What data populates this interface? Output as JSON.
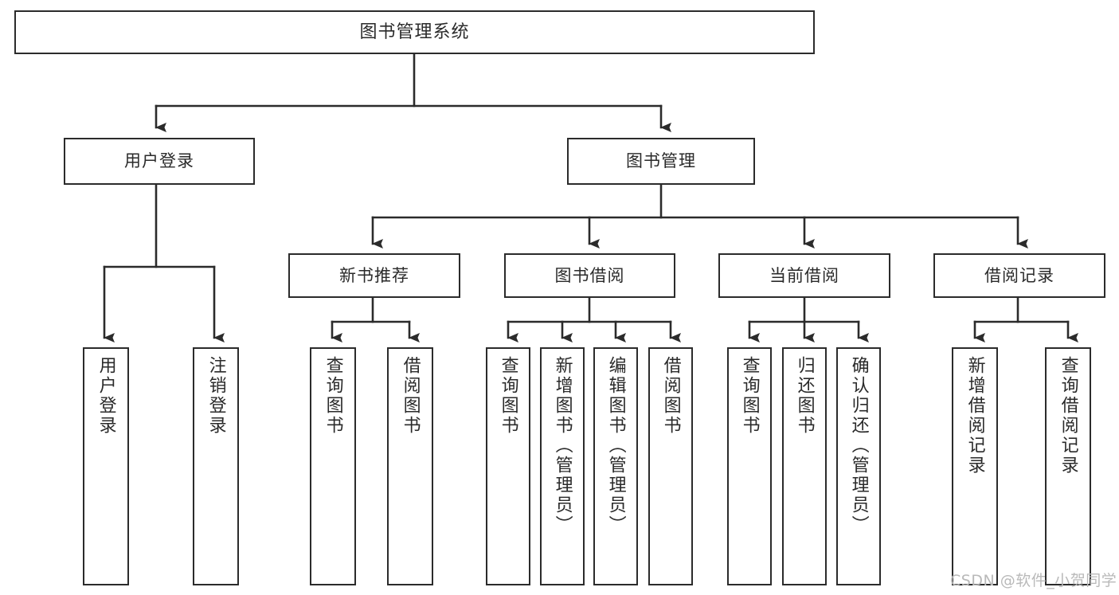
{
  "diagram": {
    "type": "tree-hierarchy",
    "title": "图书管理系统",
    "orientation": "top-down",
    "colors": {
      "box_border": "#2b2b2b",
      "box_fill": "#ffffff",
      "connector": "#2b2b2b",
      "text": "#2a2a2a",
      "watermark": "#b9b9b9",
      "background": "#ffffff"
    },
    "root": {
      "label": "图书管理系统"
    },
    "level1": [
      {
        "label": "用户登录"
      },
      {
        "label": "图书管理"
      }
    ],
    "level2": [
      {
        "label": "新书推荐"
      },
      {
        "label": "图书借阅"
      },
      {
        "label": "当前借阅"
      },
      {
        "label": "借阅记录"
      }
    ],
    "leaves": {
      "user_login": [
        {
          "label": "用户登录"
        },
        {
          "label": "注销登录"
        }
      ],
      "new_book_recommend": [
        {
          "label": "查询图书"
        },
        {
          "label": "借阅图书"
        }
      ],
      "book_borrow": [
        {
          "label": "查询图书"
        },
        {
          "label": "新增图书（管理员）"
        },
        {
          "label": "编辑图书（管理员）"
        },
        {
          "label": "借阅图书"
        }
      ],
      "current_borrow": [
        {
          "label": "查询图书"
        },
        {
          "label": "归还图书"
        },
        {
          "label": "确认归还（管理员）"
        }
      ],
      "borrow_record": [
        {
          "label": "新增借阅记录"
        },
        {
          "label": "查询借阅记录"
        }
      ]
    }
  },
  "watermark": {
    "text": "CSDN @软件_小贺同学"
  }
}
